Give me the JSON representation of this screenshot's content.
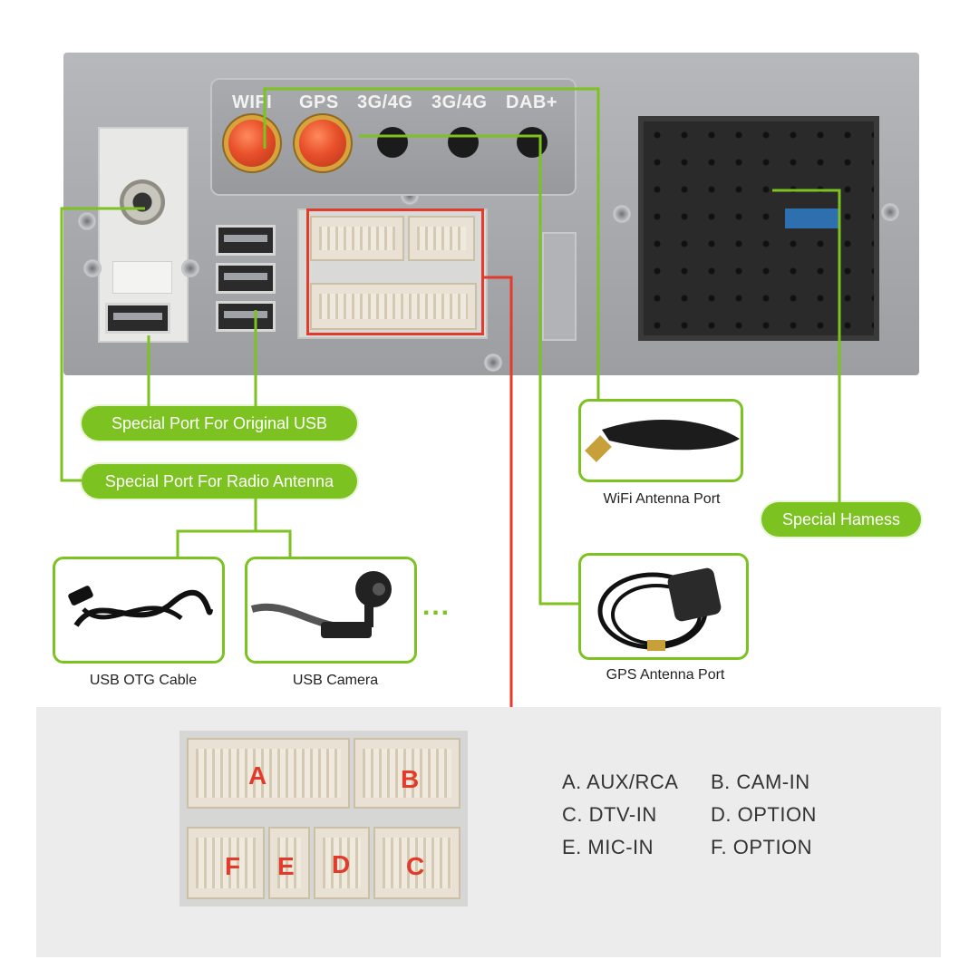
{
  "ports_top": {
    "wifi": "WIFI",
    "gps": "GPS",
    "slot1": "3G/4G",
    "slot2": "3G/4G",
    "dab": "DAB+"
  },
  "callouts": {
    "original_usb": "Special Port For Original USB",
    "radio_antenna": "Special Port For Radio Antenna",
    "special_harness": "Special Hamess"
  },
  "accessories": [
    {
      "caption": "USB OTG Cable",
      "icon": "usb-otg-cable-icon"
    },
    {
      "caption": "USB Camera",
      "icon": "usb-camera-icon"
    }
  ],
  "more": "...",
  "antennas": {
    "wifi_caption": "WiFi Antenna Port",
    "gps_caption": "GPS Antenna Port"
  },
  "connector_zones": [
    "A",
    "B",
    "F",
    "E",
    "D",
    "C"
  ],
  "legend": [
    "A. AUX/RCA",
    "B. CAM-IN",
    "C. DTV-IN",
    "D. OPTION",
    "E. MIC-IN",
    "F. OPTION"
  ],
  "colors": {
    "accent_green": "#7cc221",
    "highlight_red": "#e23b2c"
  }
}
